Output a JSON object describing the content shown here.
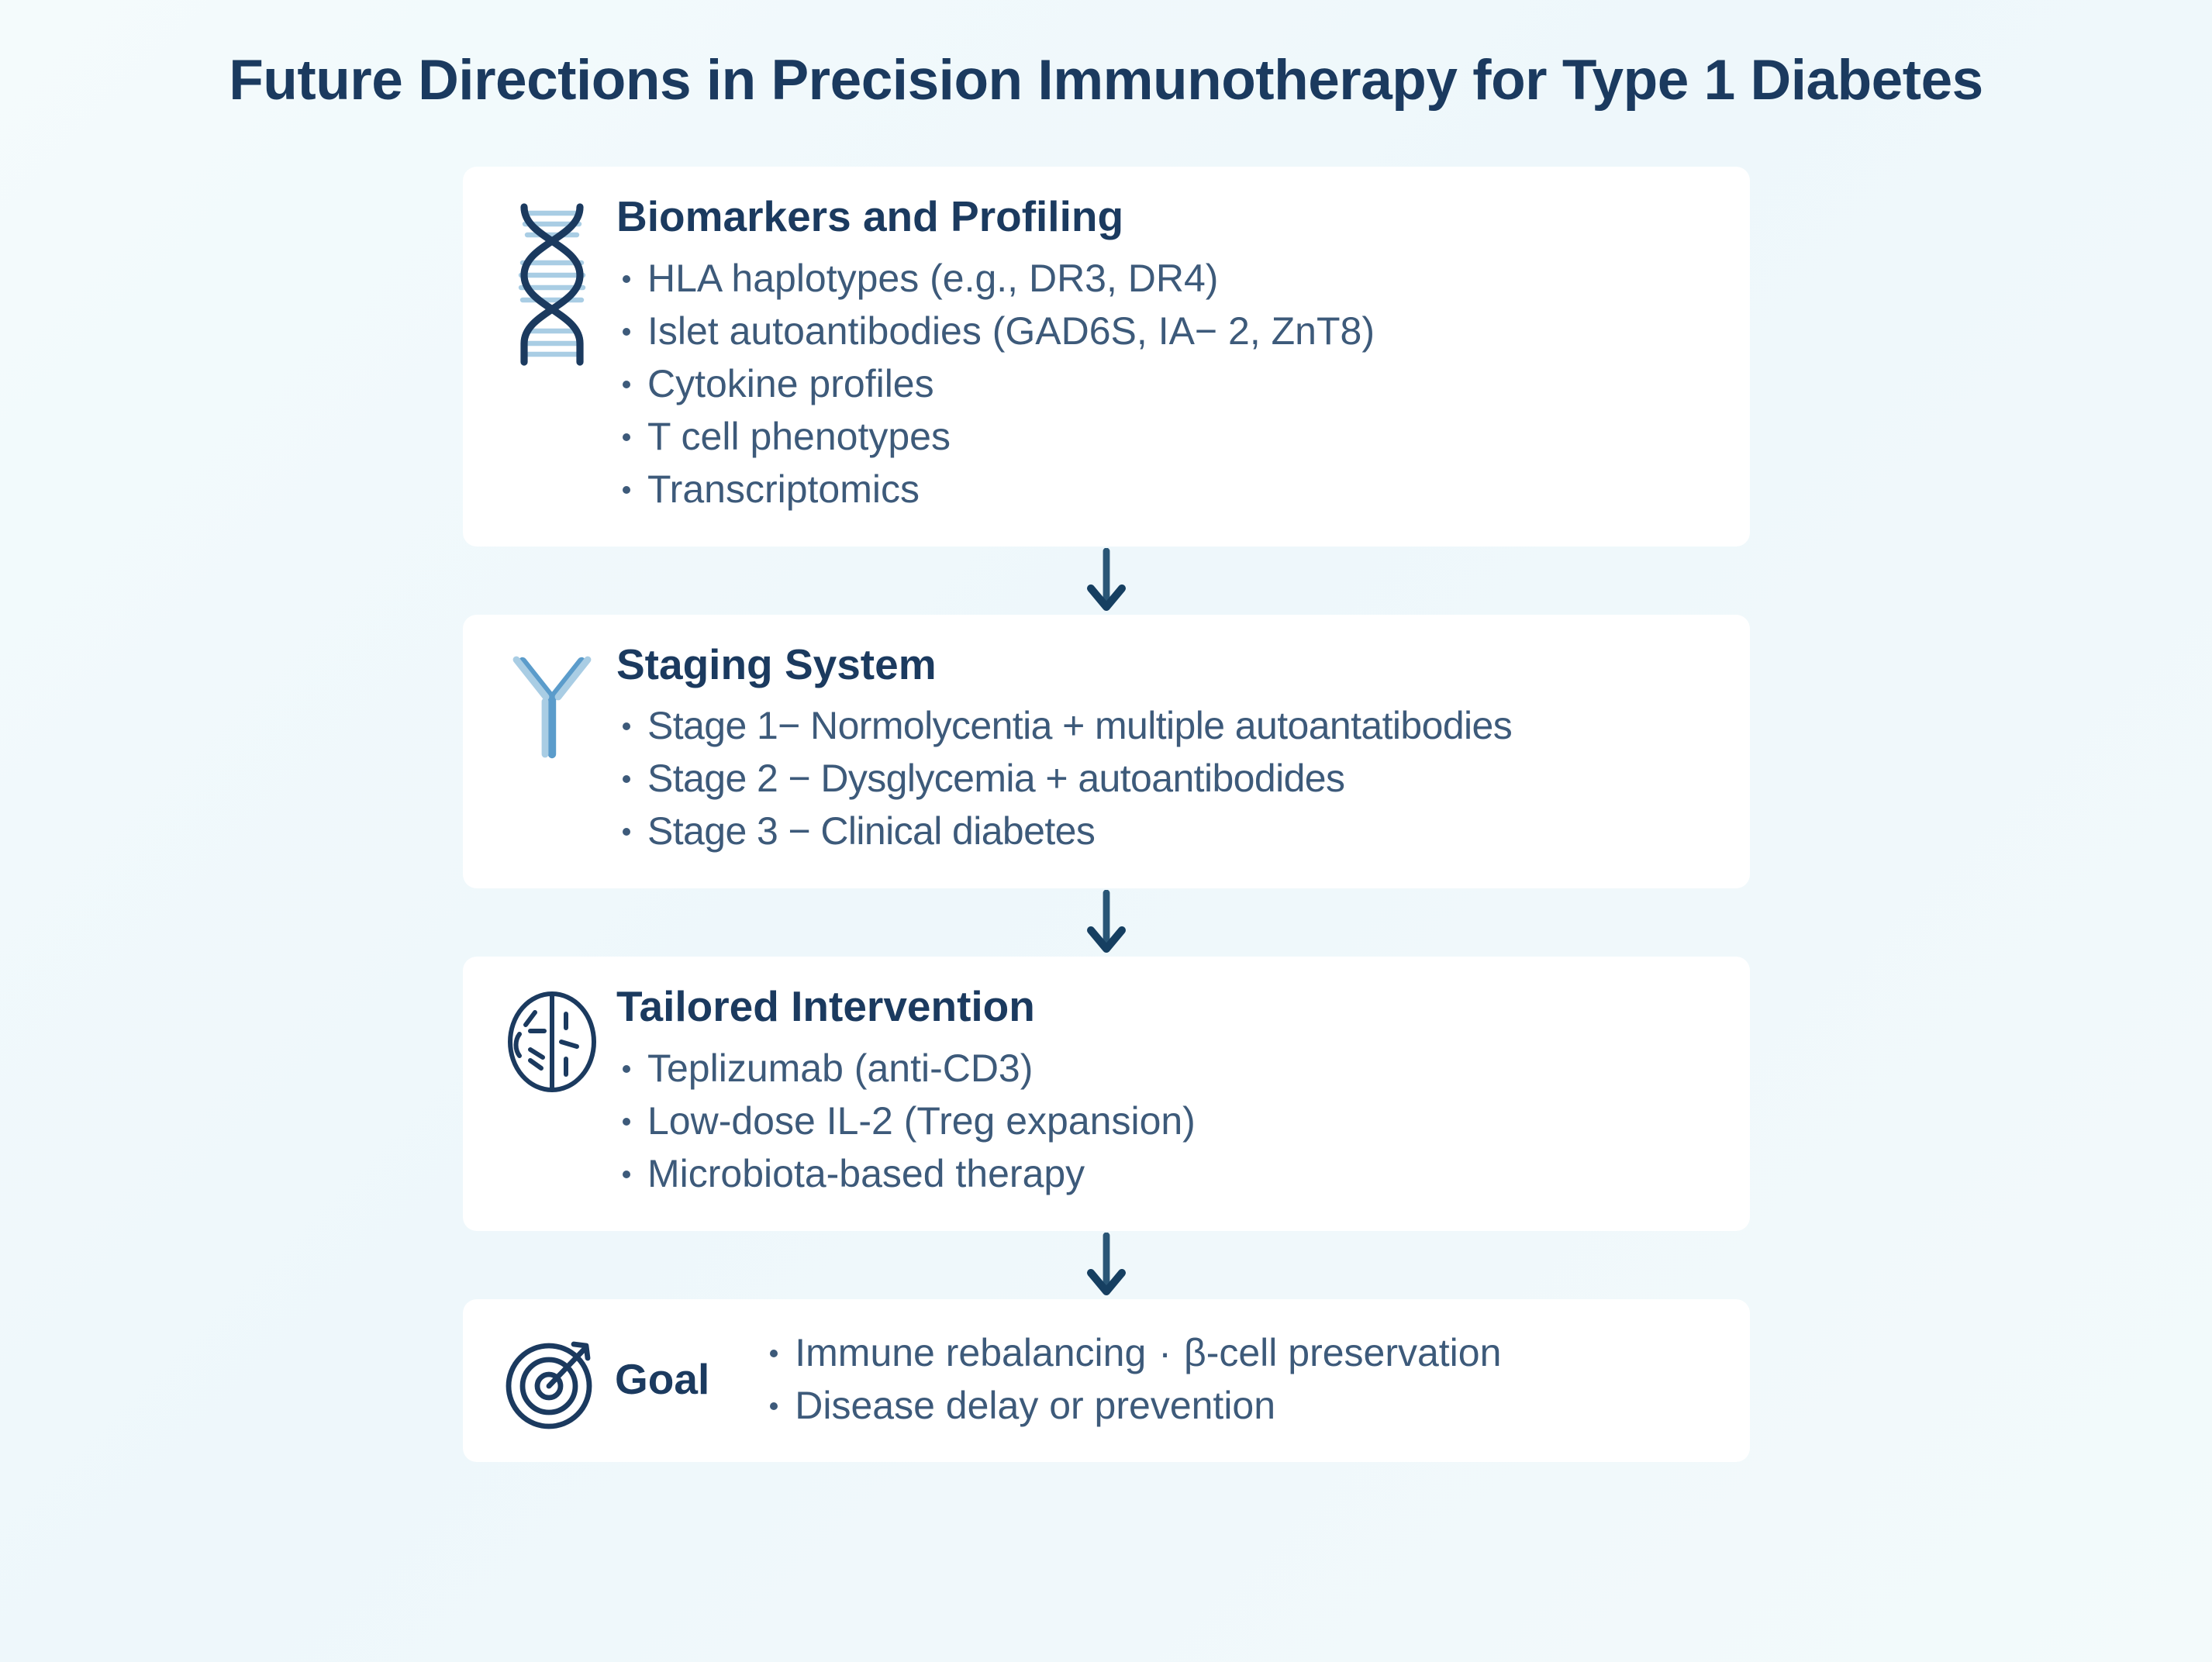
{
  "title": "Future Directions in Precision Immunotherapy for Type 1 Diabetes",
  "colors": {
    "background": "#f2f9fb",
    "card": "#ffffff",
    "heading": "#1b3a5f",
    "body_text": "#3d5a7a",
    "icon_dark": "#1b3a5f",
    "icon_light": "#a9cde4",
    "icon_mid": "#4a90c2",
    "arrow": "#1b4a6b"
  },
  "cards": [
    {
      "icon": "dna-helix-icon",
      "heading": "Biomarkers and Profiling",
      "bullets": [
        "HLA haplotypes (e.g., DR3, DR4)",
        "Islet autoantibodies (GAD6S, IA− 2, ZnT8)",
        "Cytokine profiles",
        "T cell phenotypes",
        "Transcriptomics"
      ]
    },
    {
      "icon": "antibody-icon",
      "heading": "Staging System",
      "bullets": [
        "Stage 1− Normolycentia + multiple autoantatibodies",
        "Stage 2 − Dysglycemia + autoantibodides",
        "Stage 3 − Clinical diabetes"
      ]
    },
    {
      "icon": "brain-icon",
      "heading": "Tailored Intervention",
      "bullets": [
        "Teplizumab (anti-CD3)",
        "Low-dose IL-2 (Treg expansion)",
        "Microbiota-based therapy"
      ]
    }
  ],
  "goal": {
    "icon": "target-icon",
    "label": "Goal",
    "line1_a": "Immune rebalancing",
    "line1_sep": "·",
    "line1_b": "β-cell preservation",
    "line2": "Disease delay or prevention"
  },
  "arrows": {
    "glyph": "down-arrow-icon",
    "count": 3
  }
}
